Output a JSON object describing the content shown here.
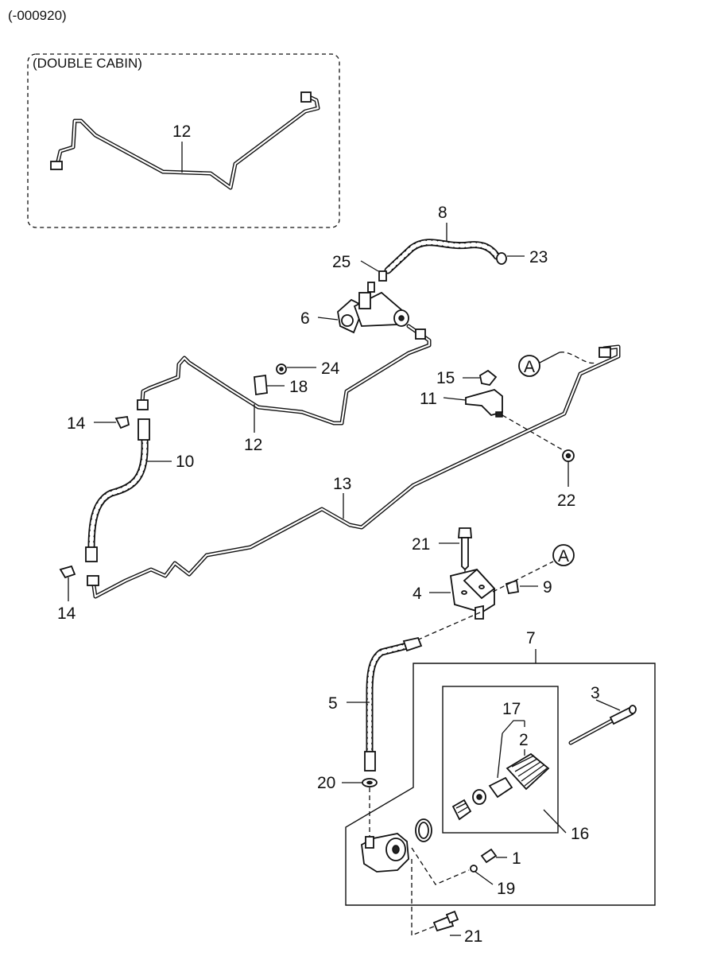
{
  "header": {
    "code": "(-000920)"
  },
  "inset": {
    "title": "(DOUBLE CABIN)"
  },
  "callouts": {
    "p12_inset": "12",
    "p8": "8",
    "p25": "25",
    "p23": "23",
    "p6": "6",
    "p24": "24",
    "p15": "15",
    "p18": "18",
    "p11": "11",
    "p14_top": "14",
    "p12": "12",
    "p10": "10",
    "p22": "22",
    "p13": "13",
    "p21_top": "21",
    "p4": "4",
    "p9": "9",
    "p14_bottom": "14",
    "p7": "7",
    "p3": "3",
    "p17": "17",
    "p2": "2",
    "p5": "5",
    "p20": "20",
    "p16": "16",
    "p1": "1",
    "p19": "19",
    "p21_bottom": "21"
  },
  "connectors": {
    "a_upper": "A",
    "a_lower": "A"
  }
}
